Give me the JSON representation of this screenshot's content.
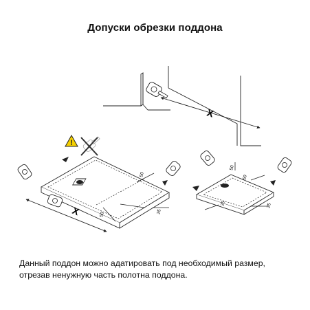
{
  "title": "Допуски обрезки поддона",
  "caption": {
    "line1": "Данный поддон можно адатировать под необходимый размер,",
    "line2": "отрезав ненужную часть полотна поддона."
  },
  "dimensions": {
    "x_label": "X",
    "mark_50": "50",
    "mark_25": "25"
  },
  "colors": {
    "line": "#222222",
    "warning": "#f5d000",
    "prohibit": "#333333"
  },
  "icons": [
    "warning-icon",
    "prohibited-saw-icon",
    "saw-icon",
    "drain-icon",
    "arrow-icon"
  ]
}
